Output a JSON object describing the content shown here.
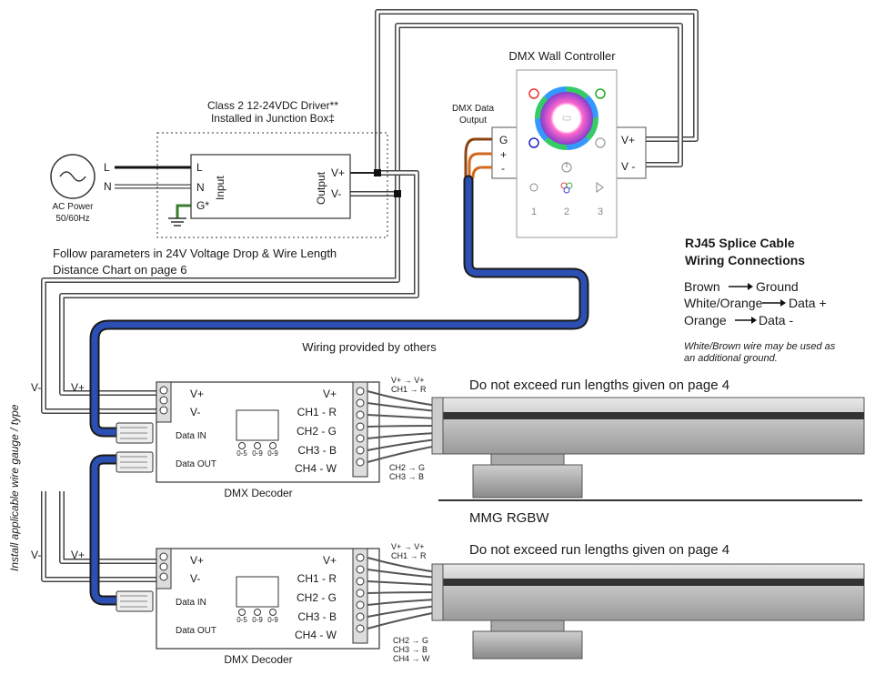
{
  "driver": {
    "title_line1": "Class 2 12-24VDC Driver**",
    "title_line2": "Installed in Junction Box‡",
    "input_label": "Input",
    "output_label": "Output",
    "pin_l": "L",
    "pin_n": "N",
    "pin_g": "G*",
    "pin_vplus": "V+",
    "pin_vminus": "V-"
  },
  "ac_power": {
    "label_line1": "AC Power",
    "label_line2": "50/60Hz",
    "l": "L",
    "n": "N"
  },
  "voltage_note": {
    "line1": "Follow parameters in 24V Voltage Drop & Wire Length",
    "line2": "Distance Chart on page 6"
  },
  "wall_controller": {
    "title": "DMX Wall Controller",
    "data_output_line1": "DMX Data",
    "data_output_line2": "Output",
    "pin_g": "G",
    "pin_plus": "+",
    "pin_minus": "-",
    "pin_vplus": "V+",
    "pin_vminus": "V -",
    "zone1": "1",
    "zone2": "2",
    "zone3": "3"
  },
  "rj45": {
    "title_line1": "RJ45 Splice Cable",
    "title_line2": "Wiring Connections",
    "row1_from": "Brown",
    "row1_to": "Ground",
    "row2_from": "White/Orange",
    "row2_to": "Data +",
    "row3_from": "Orange",
    "row3_to": "Data -",
    "note_line1": "White/Brown wire may be used as",
    "note_line2": "an additional ground."
  },
  "wiring_note": "Wiring provided by others",
  "side_label": "Install applicable wire gauge / type",
  "left_vminus": "V-",
  "left_vplus": "V+",
  "decoders": [
    {
      "vplus": "V+",
      "vminus": "V-",
      "data_in": "Data IN",
      "data_out": "Data OUT",
      "dial1": "0-5",
      "dial2": "0-9",
      "dial3": "0-9",
      "out_vplus": "V+",
      "ch1": "CH1 - R",
      "ch2": "CH2 - G",
      "ch3": "CH3 - B",
      "ch4": "CH4 - W",
      "label": "DMX Decoder",
      "map_top1": "V+ → V+",
      "map_top2": "CH1 → R",
      "map_bot1": "CH2 → G",
      "map_bot2": "CH3 → B",
      "map_bot3": "",
      "run_note": "Do not exceed run lengths given on page 4"
    },
    {
      "vplus": "V+",
      "vminus": "V-",
      "data_in": "Data IN",
      "data_out": "Data OUT",
      "dial1": "0-5",
      "dial2": "0-9",
      "dial3": "0-9",
      "out_vplus": "V+",
      "ch1": "CH1 - R",
      "ch2": "CH2 - G",
      "ch3": "CH3 - B",
      "ch4": "CH4 - W",
      "label": "DMX Decoder",
      "map_top1": "V+ → V+",
      "map_top2": "CH1 → R",
      "map_bot1": "CH2 → G",
      "map_bot2": "CH3 → B",
      "map_bot3": "CH4 → W",
      "run_note": "Do not exceed run lengths given on page 4"
    }
  ],
  "fixture_label": "MMG RGBW",
  "colors": {
    "blue_cable": "#1f3f9a",
    "wire_gray": "#555555",
    "brown": "#8b4513",
    "orange": "#d2691e",
    "ground_green": "#3a7d2a"
  }
}
